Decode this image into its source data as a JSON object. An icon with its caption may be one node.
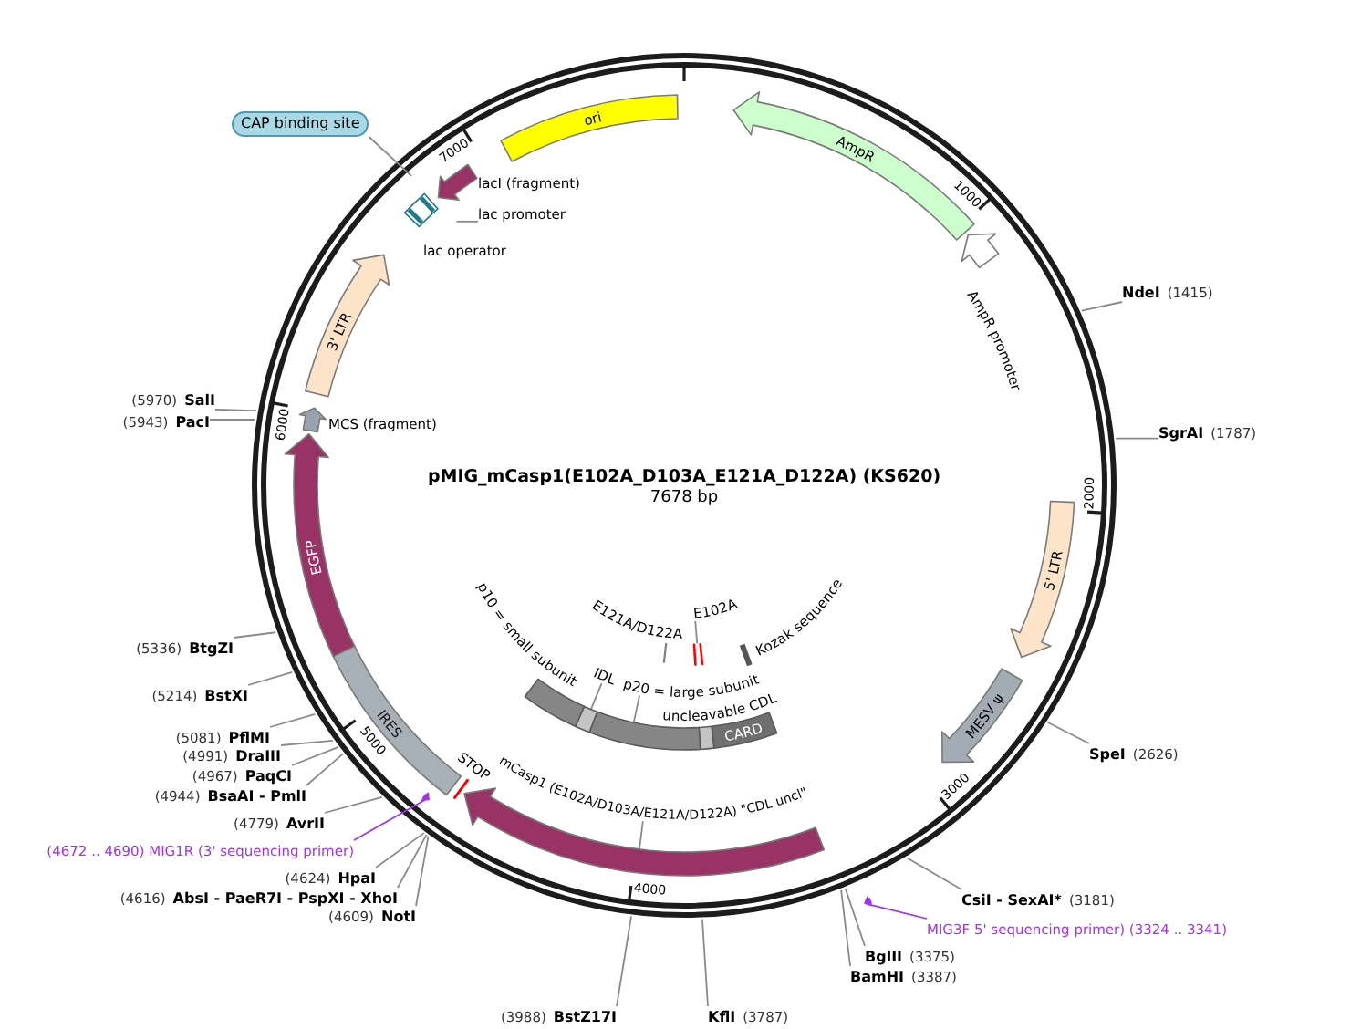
{
  "diagram": {
    "title": "pMIG_mCasp1(E102A_D103A_E121A_D122A) (KS620)",
    "nodes": [
      {
        "text": [
          "ori"
        ]
      },
      {
        "text": [
          "AmpR"
        ]
      },
      {
        "text": [],
        "shape": "arrow",
        "beside": [
          "AmpR promoter"
        ]
      },
      {
        "text": [
          "NdeI",
          "(1415)"
        ]
      },
      {
        "text": [
          "SgrAI",
          "(1787)"
        ]
      },
      {
        "text": [
          "5' LTR"
        ]
      },
      {
        "text": [
          "MESV ψ"
        ]
      },
      {
        "text": [
          "SpeI",
          "(2626)"
        ]
      },
      {
        "text": [
          "CsiI - SexAI*",
          "(3181)"
        ]
      },
      {
        "text": [
          "MIG3F 5' sequencing primer) (3324 .. 3341)"
        ]
      },
      {
        "text": [],
        "shape": "arrow"
      },
      {
        "text": [
          "BglII",
          "(3375)"
        ]
      },
      {
        "text": [
          "BamHI",
          "(3387)"
        ]
      },
      {
        "text": [
          "KflI",
          "(3787)"
        ]
      },
      {
        "text": [
          "(3988)",
          "BstZ17I"
        ]
      },
      {
        "text": [],
        "shape": "arrow"
      },
      {
        "text": [
          "mCasp1 (E102A/D103A/E121A/D122A) \"CDL uncl\""
        ]
      },
      {
        "text": [],
        "shape": "bar",
        "beside": [
          "STOP"
        ]
      },
      {
        "text": [
          "CARD"
        ]
      },
      {
        "text": [],
        "shape": "box"
      },
      {
        "text": [],
        "shape": "box"
      },
      {
        "text": [
          "p20 = large subunit uncleavable CDL"
        ]
      },
      {
        "text": [],
        "shape": "box"
      },
      {
        "text": [
          "IDL"
        ]
      },
      {
        "text": [],
        "shape": "box",
        "beside": [
          "p10 = small subunit"
        ]
      },
      {
        "text": [],
        "shape": "bar",
        "beside": [
          "Kozak sequence"
        ]
      },
      {
        "text": [],
        "shape": "bar"
      },
      {
        "text": [
          "E102A"
        ]
      },
      {
        "text": [],
        "shape": "bar",
        "beside": [
          "E121A/D122A"
        ]
      },
      {
        "text": [
          "(4609)",
          "NotI"
        ]
      },
      {
        "text": [
          "(4616)",
          "AbsI - PaeR7I - PspXI - XhoI"
        ]
      },
      {
        "text": [
          "(4624)",
          "HpaI"
        ]
      },
      {
        "text": [
          "(4672 .. 4690) MIG1R (3' sequencing primer)"
        ]
      },
      {
        "text": [],
        "shape": "arrow"
      },
      {
        "text": [
          "(4779)",
          "AvrII"
        ]
      },
      {
        "text": [
          "IRES"
        ]
      },
      {
        "text": [
          "(4944)",
          "BsaAI - PmlI"
        ]
      },
      {
        "text": [
          "(4967)",
          "PaqCI"
        ]
      },
      {
        "text": [
          "(4991)",
          "DraIII"
        ]
      },
      {
        "text": [
          "(5081)",
          "PflMI"
        ]
      },
      {
        "text": [
          "(5214)",
          "BstXI"
        ]
      },
      {
        "text": [
          "(5336)",
          "BtgZI"
        ]
      },
      {
        "text": [
          "EGFP"
        ]
      },
      {
        "text": [
          "(5943)",
          "PacI"
        ]
      },
      {
        "text": [
          "(5970)",
          "SalI"
        ]
      },
      {
        "text": [],
        "shape": "arrow",
        "beside": [
          "MCS (fragment)"
        ]
      },
      {
        "text": [
          "3' LTR"
        ]
      },
      {
        "text": [],
        "shape": "box",
        "beside": [
          "lac operator"
        ]
      },
      {
        "text": [
          "lac promoter"
        ]
      },
      {
        "text": [],
        "shape": "arrow",
        "beside": [
          "lacI (fragment)"
        ]
      },
      {
        "text": [
          "CAP binding site"
        ]
      }
    ],
    "edges": [
      {
        "from": 3,
        "to": null,
        "arrow": "none"
      },
      {
        "from": 4,
        "to": null,
        "arrow": "none"
      },
      {
        "from": 7,
        "to": null,
        "arrow": "none"
      },
      {
        "from": 8,
        "to": null,
        "arrow": "none"
      },
      {
        "from": 9,
        "to": 10,
        "arrow": "none",
        "color": "#a033ee"
      },
      {
        "from": 11,
        "to": null,
        "arrow": "none"
      },
      {
        "from": 12,
        "to": null,
        "arrow": "none"
      },
      {
        "from": 13,
        "to": null,
        "arrow": "none"
      },
      {
        "from": 14,
        "to": null,
        "arrow": "none"
      },
      {
        "from": 16,
        "to": 15,
        "arrow": "none"
      },
      {
        "from": 21,
        "to": 20,
        "arrow": "none"
      },
      {
        "from": 23,
        "to": 22,
        "arrow": "none"
      },
      {
        "from": 27,
        "to": 26,
        "arrow": "none"
      },
      {
        "from": 29,
        "to": null,
        "arrow": "none"
      },
      {
        "from": 30,
        "to": null,
        "arrow": "none"
      },
      {
        "from": 31,
        "to": null,
        "arrow": "none"
      },
      {
        "from": 32,
        "to": 33,
        "arrow": "none",
        "color": "#a033ee"
      },
      {
        "from": 34,
        "to": null,
        "arrow": "none"
      },
      {
        "from": 36,
        "to": null,
        "arrow": "none"
      },
      {
        "from": 37,
        "to": null,
        "arrow": "none"
      },
      {
        "from": 38,
        "to": null,
        "arrow": "none"
      },
      {
        "from": 39,
        "to": null,
        "arrow": "none"
      },
      {
        "from": 40,
        "to": null,
        "arrow": "none"
      },
      {
        "from": 41,
        "to": null,
        "arrow": "none"
      },
      {
        "from": 43,
        "to": null,
        "arrow": "none"
      },
      {
        "from": 44,
        "to": null,
        "arrow": "none"
      },
      {
        "from": 48,
        "to": null,
        "arrow": "none"
      },
      {
        "from": 50,
        "to": null,
        "arrow": "none"
      }
    ],
    "labels": [
      "7678 bp",
      "1000",
      "2000",
      "3000",
      "4000",
      "5000",
      "6000",
      "7000"
    ]
  }
}
